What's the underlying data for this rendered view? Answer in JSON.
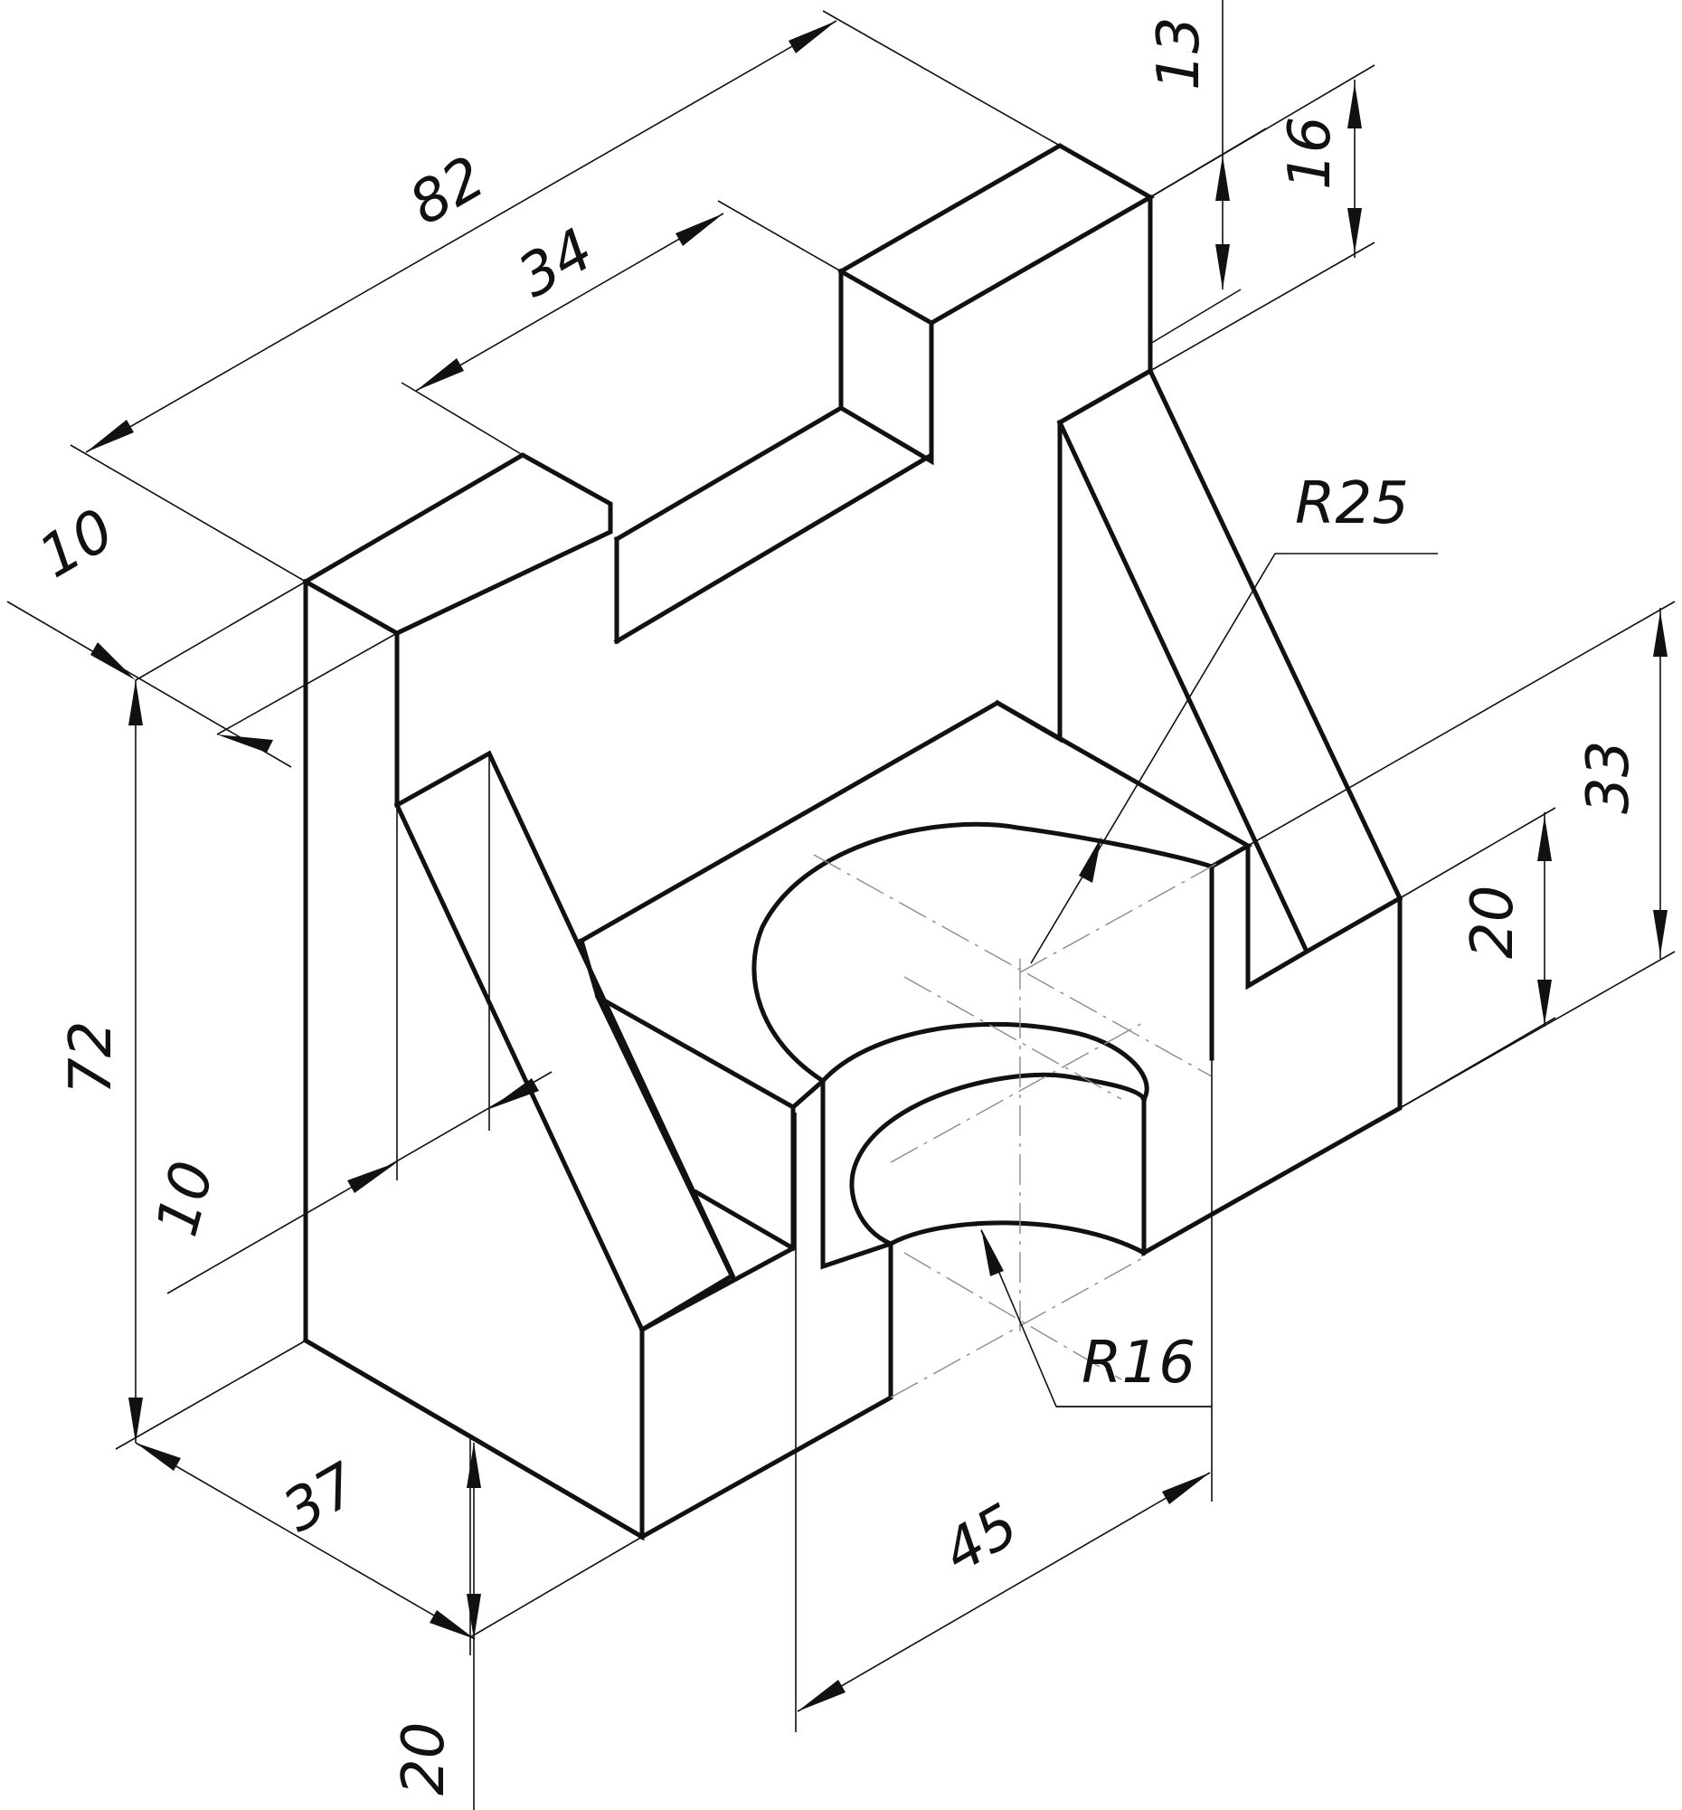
{
  "colors": {
    "line": "#111111",
    "centerline": "#8c8c8c",
    "background": "#ffffff"
  },
  "dimensions": {
    "overall_length": "82",
    "slot_width": "34",
    "slot_depth": "13",
    "top_step": "16",
    "wall_thickness_top": "10",
    "total_height": "72",
    "rib_thickness": "10",
    "side_width": "37",
    "base_height": "20",
    "hole_offset": "45",
    "right_step_height": "20",
    "right_block_height": "33",
    "outer_radius": "R25",
    "inner_radius": "R16"
  }
}
